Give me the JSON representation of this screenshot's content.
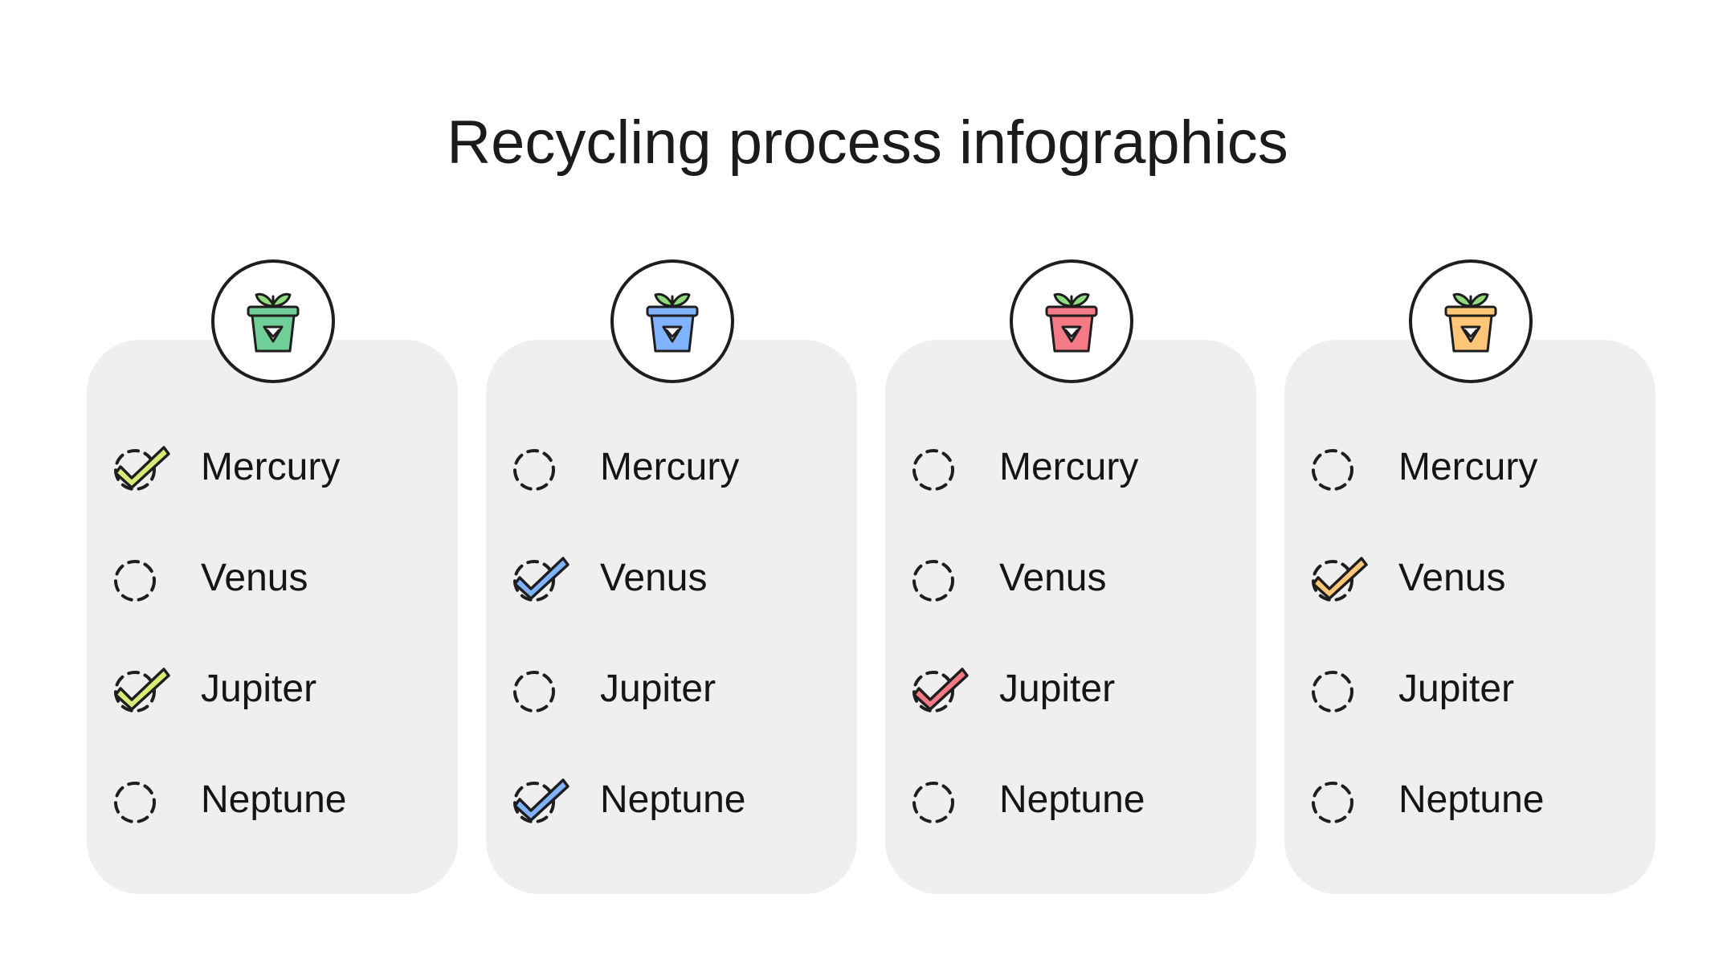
{
  "title": "Recycling process infographics",
  "columns": [
    {
      "color": "#6fcf97",
      "check_color": "#d6ec78",
      "icon": "recycle-bin-icon",
      "items": [
        {
          "label": "Mercury",
          "checked": true
        },
        {
          "label": "Venus",
          "checked": false
        },
        {
          "label": "Jupiter",
          "checked": true
        },
        {
          "label": "Neptune",
          "checked": false
        }
      ]
    },
    {
      "color": "#7fb2ff",
      "check_color": "#7fb2ff",
      "icon": "recycle-bin-icon",
      "items": [
        {
          "label": "Mercury",
          "checked": false
        },
        {
          "label": "Venus",
          "checked": true
        },
        {
          "label": "Jupiter",
          "checked": false
        },
        {
          "label": "Neptune",
          "checked": true
        }
      ]
    },
    {
      "color": "#f47b85",
      "check_color": "#f47b85",
      "icon": "recycle-bin-icon",
      "items": [
        {
          "label": "Mercury",
          "checked": false
        },
        {
          "label": "Venus",
          "checked": false
        },
        {
          "label": "Jupiter",
          "checked": true
        },
        {
          "label": "Neptune",
          "checked": false
        }
      ]
    },
    {
      "color": "#ffc677",
      "check_color": "#ffc677",
      "icon": "recycle-bin-icon",
      "items": [
        {
          "label": "Mercury",
          "checked": false
        },
        {
          "label": "Venus",
          "checked": true
        },
        {
          "label": "Jupiter",
          "checked": false
        },
        {
          "label": "Neptune",
          "checked": false
        }
      ]
    }
  ],
  "leaf_color": "#8fdc7c",
  "outline_color": "#1e1e1e"
}
